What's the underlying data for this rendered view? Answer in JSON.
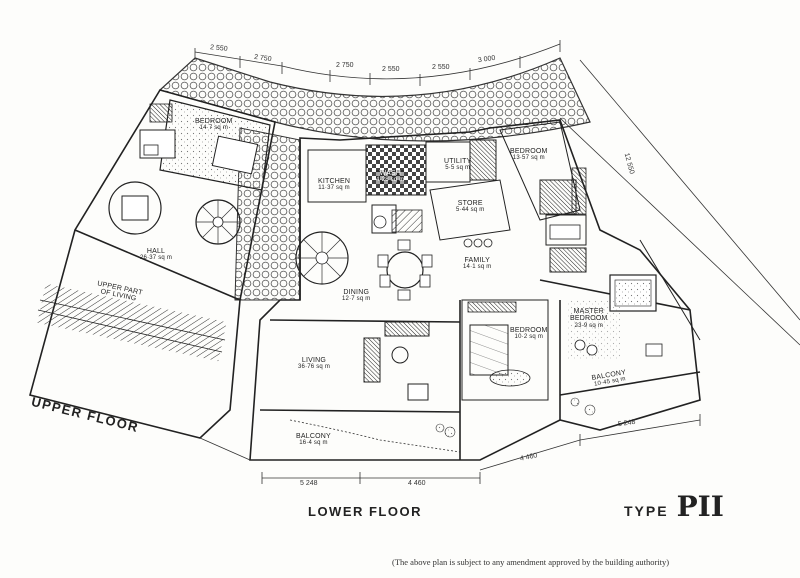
{
  "floors": {
    "upper_floor_label": "UPPER FLOOR",
    "lower_floor_label": "LOWER FLOOR"
  },
  "plan_type": {
    "prefix": "TYPE",
    "numeral": "PII"
  },
  "note": "(The above plan is subject to any amendment approved by the building authority)",
  "rooms": {
    "bedroom_upper": {
      "name": "BEDROOM",
      "area": "14·7 sq m"
    },
    "hall": {
      "name": "HALL",
      "area": "26·37 sq m"
    },
    "upper_part_of_living": {
      "line1": "UPPER PART",
      "line2": "OF LIVING"
    },
    "kitchen": {
      "name": "KITCHEN",
      "area": "11·37 sq m"
    },
    "wash": {
      "name": "WASH",
      "area": "4·28 sq m"
    },
    "utility": {
      "name": "UTILITY",
      "area": "5·5 sq m"
    },
    "bedroom_right": {
      "name": "BEDROOM",
      "area": "13·57 sq m"
    },
    "store": {
      "name": "STORE",
      "area": "5·44 sq m"
    },
    "family": {
      "name": "FAMILY",
      "area": "14·1 sq m"
    },
    "dining": {
      "name": "DINING",
      "area": "12·7 sq m"
    },
    "living": {
      "name": "LIVING",
      "area": "36·76 sq m"
    },
    "bedroom_lower": {
      "name": "BEDROOM",
      "area": "10·2 sq m"
    },
    "master_bedroom": {
      "line1": "MASTER",
      "name": "BEDROOM",
      "area": "23·9 sq m"
    },
    "balcony_left": {
      "name": "BALCONY",
      "area": "16·4 sq m"
    },
    "balcony_right": {
      "name": "BALCONY",
      "area": "10·45 sq m"
    }
  },
  "dimensions": {
    "top": [
      "2 550",
      "2 750",
      "2 750",
      "2 550",
      "2 550",
      "3 000"
    ],
    "right_side": "12 550",
    "bottom_left": [
      "5 248",
      "4 460"
    ],
    "bottom_right": [
      "4 460",
      "5 248"
    ]
  }
}
